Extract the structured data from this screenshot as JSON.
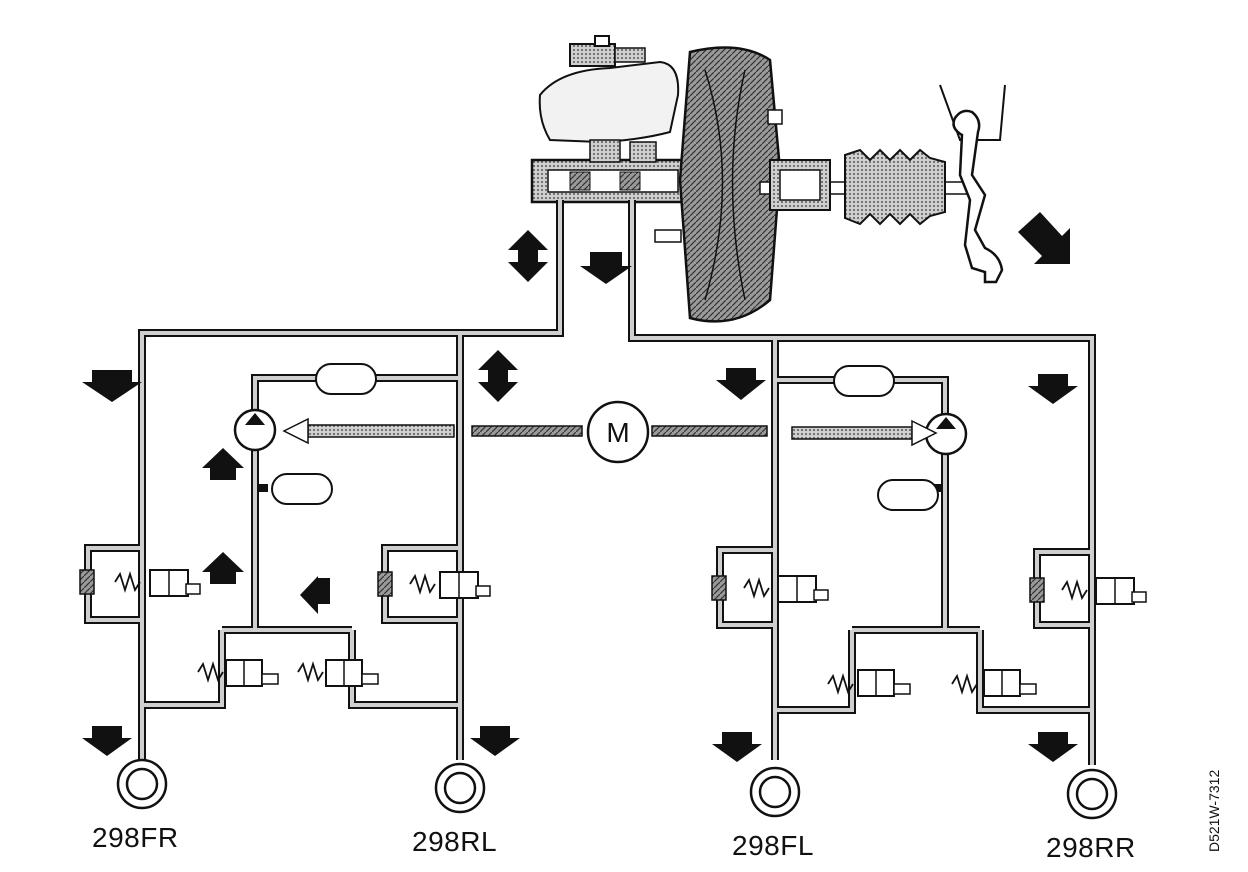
{
  "motor": {
    "label": "M"
  },
  "wheels": [
    {
      "id": "FR",
      "label": "298FR"
    },
    {
      "id": "RL",
      "label": "298RL"
    },
    {
      "id": "FL",
      "label": "298FL"
    },
    {
      "id": "RR",
      "label": "298RR"
    }
  ],
  "figure_code": "D521W-7312",
  "colors": {
    "line": "#111111",
    "pipe_fill": "#bdbdbd",
    "hatch": "#6f6f6f",
    "background": "#ffffff"
  }
}
